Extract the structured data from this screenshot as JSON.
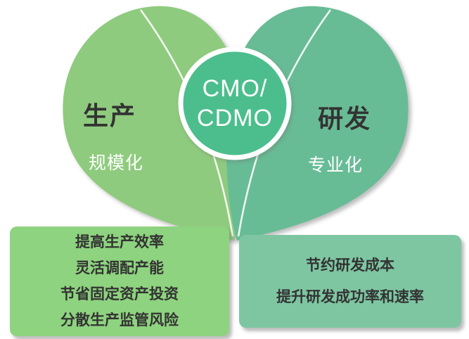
{
  "diagram_title": "CMO/CDMO production vs R&D petal diagram",
  "colors": {
    "left_leaf": "#8FCB7E",
    "right_leaf": "#68BC95",
    "center_circle": "#4CBE8D",
    "left_box": "#8ED37F",
    "right_box": "#7EC6A2",
    "dark_text": "#333333",
    "white_text": "#FFFFFF"
  },
  "center": {
    "line1": "CMO/",
    "line2": "CDMO"
  },
  "left_leaf": {
    "title": "生产",
    "subtitle": "规模化"
  },
  "right_leaf": {
    "title": "研发",
    "subtitle": "专业化"
  },
  "left_box": {
    "lines": [
      "提高生产效率",
      "灵活调配产能",
      "节省固定资产投资",
      "分散生产监管风险"
    ]
  },
  "right_box": {
    "lines": [
      "节约研发成本",
      "提升研发成功率和速率"
    ]
  }
}
